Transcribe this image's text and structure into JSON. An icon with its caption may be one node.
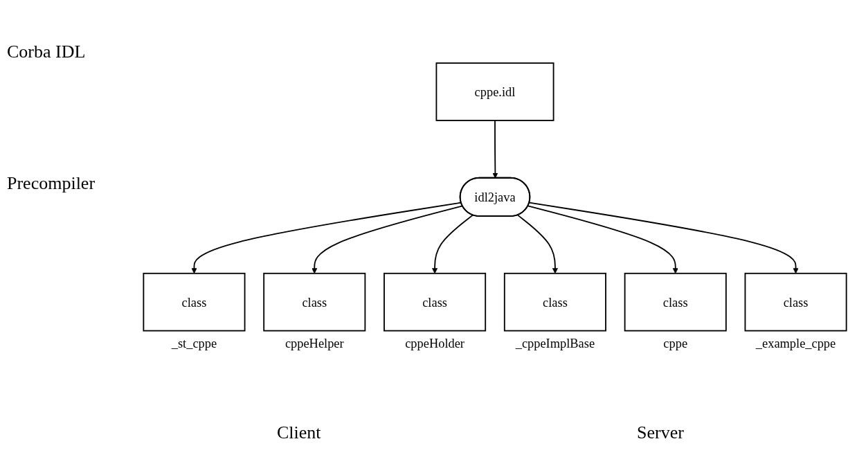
{
  "diagram": {
    "nodes": [
      {
        "text": [
          "cppe.idl"
        ]
      },
      {
        "text": [
          "idl2java"
        ]
      },
      {
        "text": [
          "class"
        ],
        "beside": [
          "_st_cppe"
        ]
      },
      {
        "text": [
          "class"
        ],
        "beside": [
          "cppeHelper"
        ]
      },
      {
        "text": [
          "class"
        ],
        "beside": [
          "cppeHolder"
        ]
      },
      {
        "text": [
          "class"
        ],
        "beside": [
          "_cppeImplBase"
        ]
      },
      {
        "text": [
          "class"
        ],
        "beside": [
          "cppe"
        ]
      },
      {
        "text": [
          "class"
        ],
        "beside": [
          "_example_cppe"
        ]
      }
    ],
    "edges": [
      {
        "from": 0,
        "to": 1,
        "arrow": "to"
      },
      {
        "from": 1,
        "to": 2,
        "arrow": "to"
      },
      {
        "from": 1,
        "to": 3,
        "arrow": "to"
      },
      {
        "from": 1,
        "to": 4,
        "arrow": "to"
      },
      {
        "from": 1,
        "to": 5,
        "arrow": "to"
      },
      {
        "from": 1,
        "to": 6,
        "arrow": "to"
      },
      {
        "from": 1,
        "to": 7,
        "arrow": "to"
      }
    ],
    "labels": [
      "Corba IDL",
      "Precompiler",
      "Client",
      "Server"
    ]
  }
}
